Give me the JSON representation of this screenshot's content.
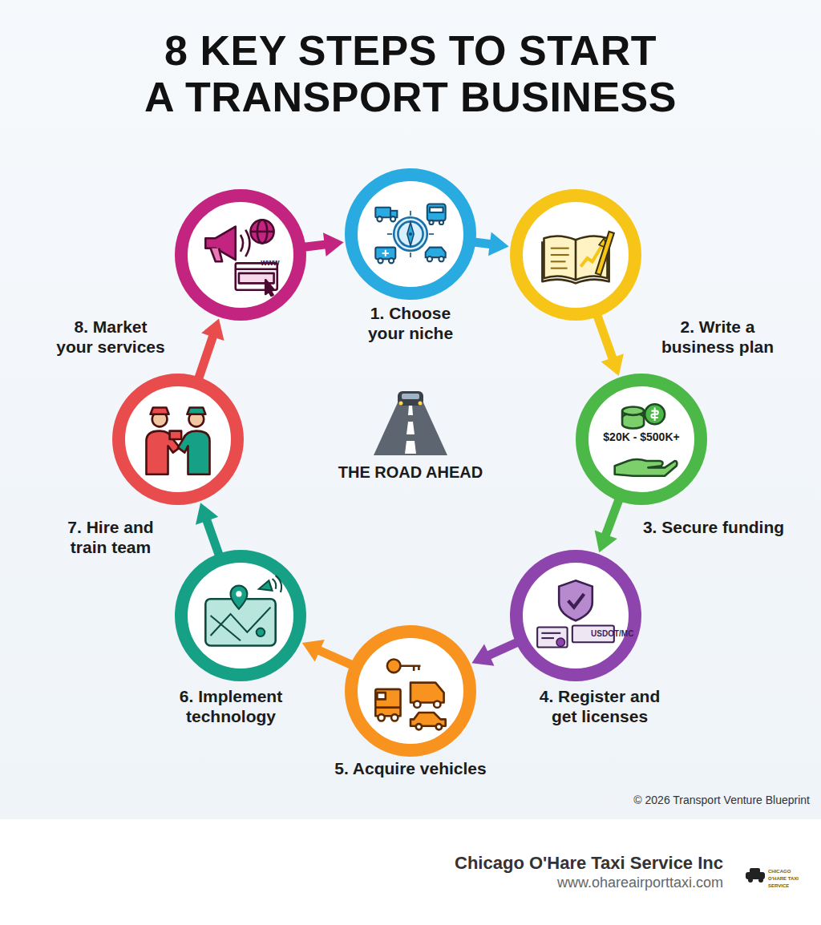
{
  "diagram": {
    "title": "8 KEY STEPS TO START A TRANSPORT BUSINESS",
    "nodes": [
      {
        "text": [
          "1. Choose your niche"
        ]
      },
      {
        "text": [
          "2. Write a business plan"
        ]
      },
      {
        "text": [
          "$20K - $500K+",
          "3. Secure funding"
        ]
      },
      {
        "text": [
          "USDOT/MC",
          "4. Register and get licenses"
        ]
      },
      {
        "text": [
          "5. Acquire vehicles"
        ]
      },
      {
        "text": [
          "6. Implement technology"
        ]
      },
      {
        "text": [
          "7. Hire and train team"
        ]
      },
      {
        "text": [
          "www",
          "8. Market your services"
        ]
      }
    ],
    "edges": [
      {
        "from": 0,
        "to": 1,
        "arrow": "to"
      },
      {
        "from": 1,
        "to": 2,
        "arrow": "to"
      },
      {
        "from": 2,
        "to": 3,
        "arrow": "to"
      },
      {
        "from": 3,
        "to": 4,
        "arrow": "to"
      },
      {
        "from": 4,
        "to": 5,
        "arrow": "to"
      },
      {
        "from": 5,
        "to": 6,
        "arrow": "to"
      },
      {
        "from": 6,
        "to": 7,
        "arrow": "to"
      },
      {
        "from": 7,
        "to": 0,
        "arrow": "to"
      }
    ],
    "labels": [
      "THE ROAD AHEAD",
      "© 2026 Transport Venture Blueprint",
      "Chicago O'Hare Taxi Service Inc",
      "www.ohareairporttaxi.com",
      "CHICAGO O'HARE TAXI SERVICE"
    ]
  }
}
